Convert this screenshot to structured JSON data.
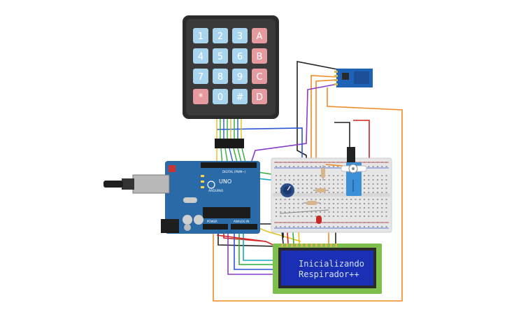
{
  "keypad": {
    "keys": [
      {
        "label": "1",
        "kind": "num"
      },
      {
        "label": "2",
        "kind": "num"
      },
      {
        "label": "3",
        "kind": "num"
      },
      {
        "label": "A",
        "kind": "letter"
      },
      {
        "label": "4",
        "kind": "num"
      },
      {
        "label": "5",
        "kind": "num"
      },
      {
        "label": "6",
        "kind": "num"
      },
      {
        "label": "B",
        "kind": "letter"
      },
      {
        "label": "7",
        "kind": "num"
      },
      {
        "label": "8",
        "kind": "num"
      },
      {
        "label": "9",
        "kind": "num"
      },
      {
        "label": "C",
        "kind": "letter"
      },
      {
        "label": "*",
        "kind": "sym"
      },
      {
        "label": "0",
        "kind": "num"
      },
      {
        "label": "#",
        "kind": "num"
      },
      {
        "label": "D",
        "kind": "letter"
      }
    ]
  },
  "arduino": {
    "model": "UNO",
    "brand": "ARDUINO",
    "power_label": "POWER",
    "analog_label": "ANALOG IN",
    "digital_label": "DIGITAL (PWM~)"
  },
  "lcd": {
    "line1": "Inicializando",
    "line2": "Respirador++"
  },
  "colors": {
    "keypad_body": "#2b2b2b",
    "key_num": "#a9d4ee",
    "key_letter": "#e59aa0",
    "arduino_board": "#2a6aa6",
    "lcd_frame": "#7fbf4f",
    "lcd_screen": "#1b2fb5",
    "lcd_text": "#cfe2ff",
    "breadboard": "#e6e6e6",
    "servo": "#3b8fd6",
    "esp_module": "#1e63b8",
    "wire_orange": "#f08a24",
    "wire_purple": "#8a3bc7",
    "wire_black": "#222222",
    "wire_red": "#d42020",
    "wire_green": "#2fae3a",
    "wire_blue": "#2b57d6",
    "wire_yellow": "#e6c01a",
    "wire_cyan": "#19a7c7"
  }
}
